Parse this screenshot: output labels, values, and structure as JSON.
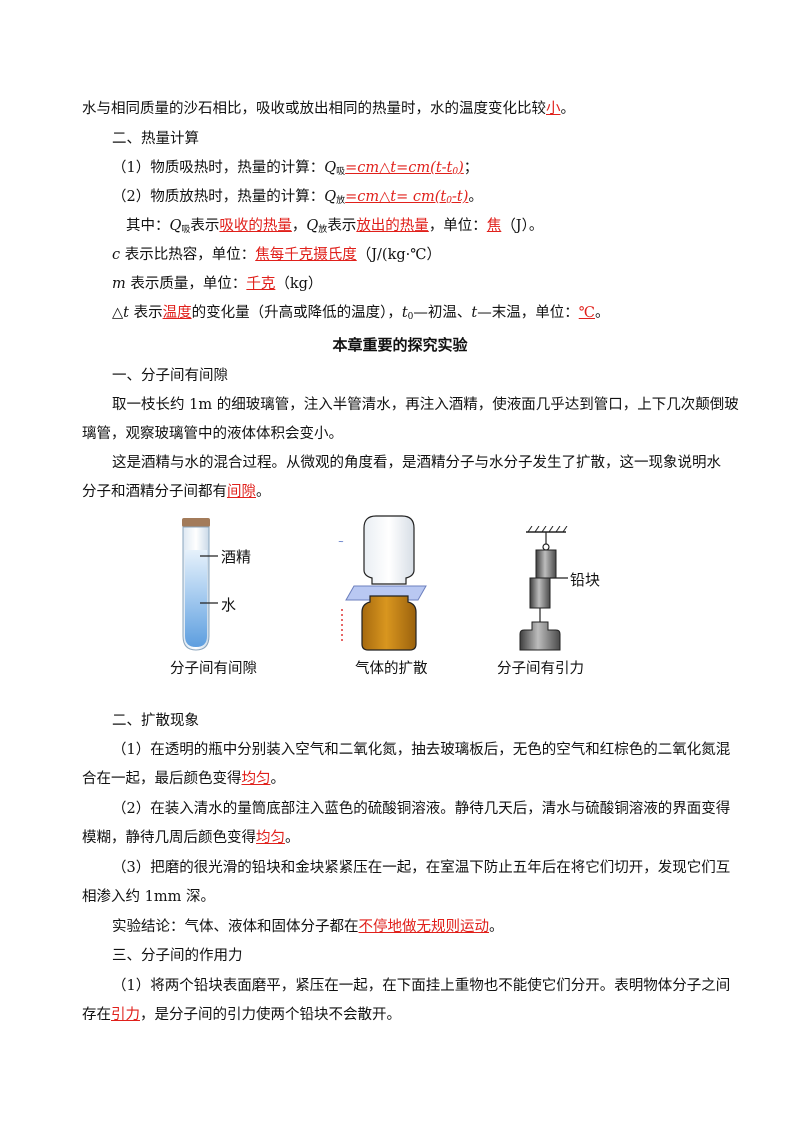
{
  "s1": {
    "l1_a": "水与相同质量的沙石相比，吸收或放出相同的热量时，水的温度变化比较",
    "l1_b": "小",
    "l1_c": "。",
    "title": "二、热量计算",
    "absorb_a": "（1）物质吸热时，热量的计算：",
    "absorb_q": "Q",
    "absorb_sub": "吸",
    "absorb_formula": "=cm△t=cm(t-t",
    "absorb_sub0": "0",
    "absorb_end": ")",
    "absorb_semi": "；",
    "release_a": "（2）物质放热时，热量的计算：",
    "release_q": "Q",
    "release_sub": "放",
    "release_formula": "=cm△t= cm(t",
    "release_sub0": "0",
    "release_end": "-t)",
    "release_dot": "。",
    "where_a": "其中：",
    "where_q1": "Q",
    "where_sub1": "吸",
    "where_b": "表示",
    "where_r1": "吸收的热量",
    "where_c": "，",
    "where_q2": "Q",
    "where_sub2": "放",
    "where_d": "表示",
    "where_r2": "放出的热量",
    "where_e": "，单位：",
    "where_r3": "焦",
    "where_f": "（J）。",
    "c_var": "c",
    "c_a": " 表示比热容，单位：",
    "c_r": "焦每千克摄氏度",
    "c_b": "（J/(kg·℃）",
    "m_var": "m",
    "m_a": " 表示质量，单位：",
    "m_r": "千克",
    "m_b": "（kg）",
    "dt_a": "△",
    "dt_var": "t",
    "dt_b": " 表示",
    "dt_r": "温度",
    "dt_c": "的变化量（升高或降低的温度），",
    "dt_t0": "t",
    "dt_sub0": "0",
    "dt_d": "—初温、",
    "dt_t": "t",
    "dt_e": "—末温，单位：",
    "dt_r2": "℃",
    "dt_f": "。"
  },
  "heading": "本章重要的探究实验",
  "s2": {
    "title": "一、分子间有间隙",
    "p1_l1": "取一枝长约 1m 的细玻璃管，注入半管清水，再注入酒精，使液面几乎达到管口，上下几次颠倒玻",
    "p1_l2": "璃管，观察玻璃管中的液体体积会变小。",
    "p2_l1": "这是酒精与水的混合过程。从微观的角度看，是酒精分子与水分子发生了扩散，这一现象说明水",
    "p2_l2a": "分子和酒精分子间都有",
    "p2_l2r": "间隙",
    "p2_l2b": "。"
  },
  "figures": {
    "tube_label_alcohol": "酒精",
    "tube_label_water": "水",
    "tube_caption": "分子间有间隙",
    "bottle_caption": "气体的扩散",
    "lead_label": "铅块",
    "lead_caption": "分子间有引力"
  },
  "s3": {
    "title": "二、扩散现象",
    "p1_l1": "（1）在透明的瓶中分别装入空气和二氧化氮，抽去玻璃板后，无色的空气和红棕色的二氧化氮混",
    "p1_l2a": "合在一起，最后颜色变得",
    "p1_l2r": "均匀",
    "p1_l2b": "。",
    "p2_l1": "（2）在装入清水的量筒底部注入蓝色的硫酸铜溶液。静待几天后，清水与硫酸铜溶液的界面变得",
    "p2_l2a": "模糊，静待几周后颜色变得",
    "p2_l2r": "均匀",
    "p2_l2b": "。",
    "p3_l1": "（3）把磨的很光滑的铅块和金块紧紧压在一起，在室温下防止五年后在将它们切开，发现它们互",
    "p3_l2": "相渗入约 1mm 深。",
    "concl_a": "实验结论：气体、液体和固体分子都在",
    "concl_r": "不停地做无规则运动",
    "concl_b": "。"
  },
  "s4": {
    "title": "三、分子间的作用力",
    "p1_l1": "（1）将两个铅块表面磨平，紧压在一起，在下面挂上重物也不能使它们分开。表明物体分子之间",
    "p1_l2a": "存在",
    "p1_l2r": "引力",
    "p1_l2b": "，是分子间的引力使两个铅块不会散开。"
  },
  "colors": {
    "answer_red": "#e0201b",
    "water_blue": "#7fb6e8",
    "amber": "#c8861b"
  }
}
